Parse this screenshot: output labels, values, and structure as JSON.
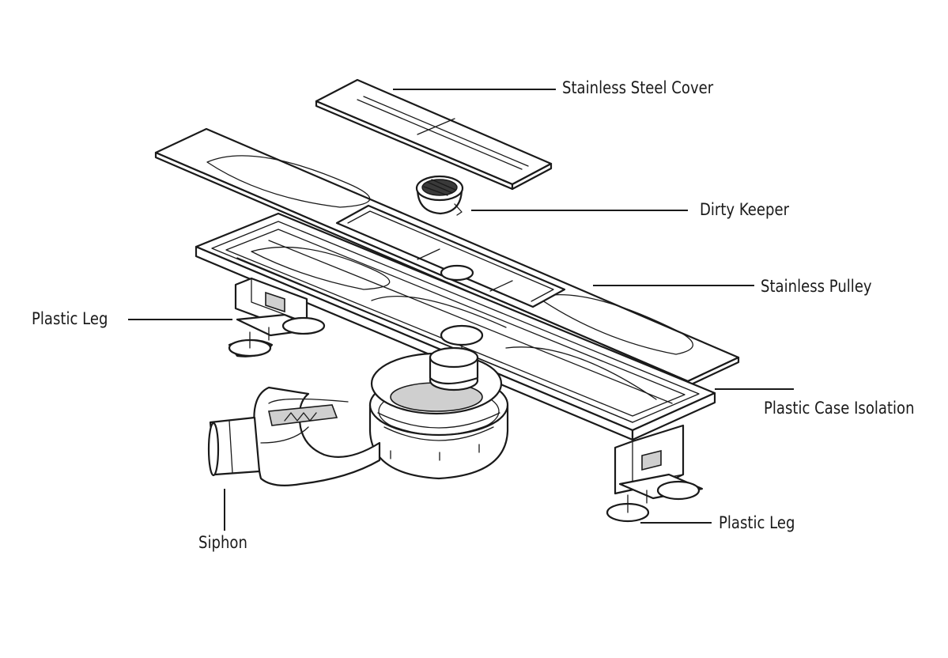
{
  "labels": {
    "stainless_steel_cover": "Stainless Steel Cover",
    "dirty_keeper": "Dirty Keeper",
    "stainless_pulley": "Stainless Pulley",
    "plastic_leg_left": "Plastic Leg",
    "plastic_case_isolation": "Plastic Case Isolation",
    "siphon": "Siphon",
    "plastic_leg_right": "Plastic Leg"
  },
  "colors": {
    "line": "#1a1a1a",
    "background": "#ffffff"
  }
}
